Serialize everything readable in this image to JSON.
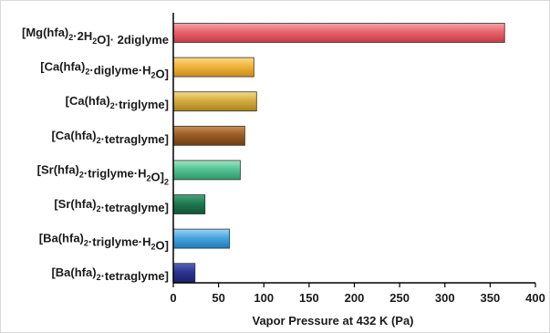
{
  "chart_data": {
    "type": "bar",
    "orientation": "horizontal",
    "categories": [
      {
        "parts": [
          {
            "t": "[Mg(hfa)"
          },
          {
            "t": "2",
            "sub": true
          },
          {
            "t": "·2H"
          },
          {
            "t": "2",
            "sub": true
          },
          {
            "t": "O]· 2diglyme"
          }
        ]
      },
      {
        "parts": [
          {
            "t": "[Ca(hfa)"
          },
          {
            "t": "2",
            "sub": true
          },
          {
            "t": "·diglyme·H"
          },
          {
            "t": "2",
            "sub": true
          },
          {
            "t": "O]"
          }
        ]
      },
      {
        "parts": [
          {
            "t": "[Ca(hfa)"
          },
          {
            "t": "2",
            "sub": true
          },
          {
            "t": "·triglyme]"
          }
        ]
      },
      {
        "parts": [
          {
            "t": "[Ca(hfa)"
          },
          {
            "t": "2",
            "sub": true
          },
          {
            "t": "·tetraglyme]"
          }
        ]
      },
      {
        "parts": [
          {
            "t": "[Sr(hfa)"
          },
          {
            "t": "2",
            "sub": true
          },
          {
            "t": "·triglyme·H"
          },
          {
            "t": "2",
            "sub": true
          },
          {
            "t": "O]"
          },
          {
            "t": "2",
            "sub": true
          }
        ]
      },
      {
        "parts": [
          {
            "t": "[Sr(hfa)"
          },
          {
            "t": "2",
            "sub": true
          },
          {
            "t": "·tetraglyme]"
          }
        ]
      },
      {
        "parts": [
          {
            "t": "[Ba(hfa)"
          },
          {
            "t": "2",
            "sub": true
          },
          {
            "t": "·triglyme·H"
          },
          {
            "t": "2",
            "sub": true
          },
          {
            "t": "O]"
          }
        ]
      },
      {
        "parts": [
          {
            "t": "[Ba(hfa)"
          },
          {
            "t": "2",
            "sub": true
          },
          {
            "t": "·tetraglyme]"
          }
        ]
      }
    ],
    "values": [
      366,
      89,
      92,
      79,
      74,
      35,
      62,
      24
    ],
    "colors": [
      {
        "light": "#f4a4aa",
        "mid": "#e8646c",
        "dark": "#c53b45"
      },
      {
        "light": "#fbd98a",
        "mid": "#f0b53c",
        "dark": "#c8891a"
      },
      {
        "light": "#f2d98c",
        "mid": "#d4ae3e",
        "dark": "#a8821e"
      },
      {
        "light": "#c9905a",
        "mid": "#9a5e24",
        "dark": "#6e3e12"
      },
      {
        "light": "#9ee4c2",
        "mid": "#56c394",
        "dark": "#2d9868"
      },
      {
        "light": "#4aa47a",
        "mid": "#1f7a52",
        "dark": "#0f5434"
      },
      {
        "light": "#9fd4f4",
        "mid": "#4aa6e0",
        "dark": "#1f7ab8"
      },
      {
        "light": "#5a62b8",
        "mid": "#2e3590",
        "dark": "#1b2068"
      }
    ],
    "xlim": [
      0,
      400
    ],
    "xticks": [
      0,
      50,
      100,
      150,
      200,
      250,
      300,
      350,
      400
    ],
    "xlabel": "Vapor Pressure  at 432 K (Pa)",
    "ylabel": "",
    "title": "",
    "grid": false,
    "legend": "none"
  }
}
